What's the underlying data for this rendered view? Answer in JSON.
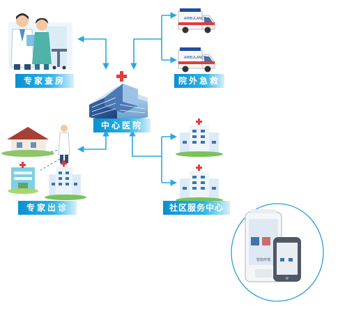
{
  "labels": {
    "expert_rounds": "专家查房",
    "prehospital": "院外急救",
    "center_hospital": "中心医院",
    "expert_clinic": "专家出诊",
    "community_center": "社区服务中心"
  },
  "device": {
    "screen_text": "智能终端"
  },
  "colors": {
    "label_blue": "#0c8fcf",
    "arrow_blue": "#29a8e0",
    "circle_blue": "#2a9fd6",
    "cross_red": "#e33b3b"
  }
}
